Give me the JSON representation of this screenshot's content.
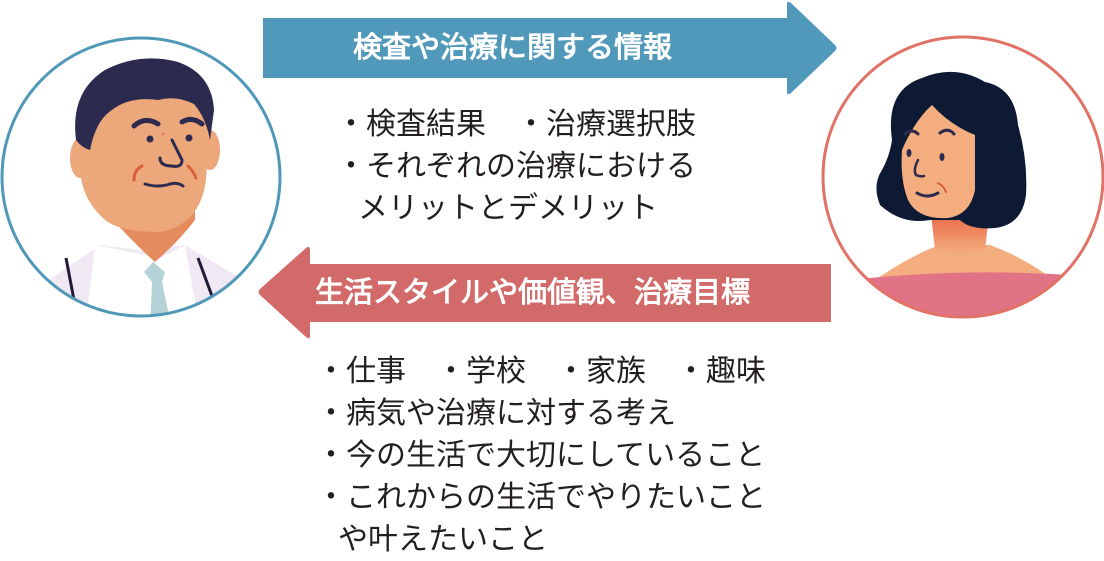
{
  "colors": {
    "doctor_ring": "#4f98b8",
    "patient_ring": "#e07266",
    "arrow_to_patient": "#5199bb",
    "arrow_to_doctor": "#d26a69",
    "text": "#231f20"
  },
  "doctor": {
    "label": "doctor-avatar"
  },
  "patient": {
    "label": "patient-avatar"
  },
  "arrow_to_patient": {
    "label": "検査や治療に関する情報",
    "items": {
      "row1": [
        "・検査結果",
        "・治療選択肢"
      ],
      "row2": "・それぞれの治療における",
      "row3": "メリットとデメリット"
    }
  },
  "arrow_to_doctor": {
    "label": "生活スタイルや価値観、治療目標",
    "items": {
      "row1": [
        "・仕事",
        "・学校",
        "・家族",
        "・趣味"
      ],
      "row2": "・病気や治療に対する考え",
      "row3": "・今の生活で大切にしていること",
      "row4": "・これからの生活でやりたいこと",
      "row5": "や叶えたいこと"
    }
  }
}
